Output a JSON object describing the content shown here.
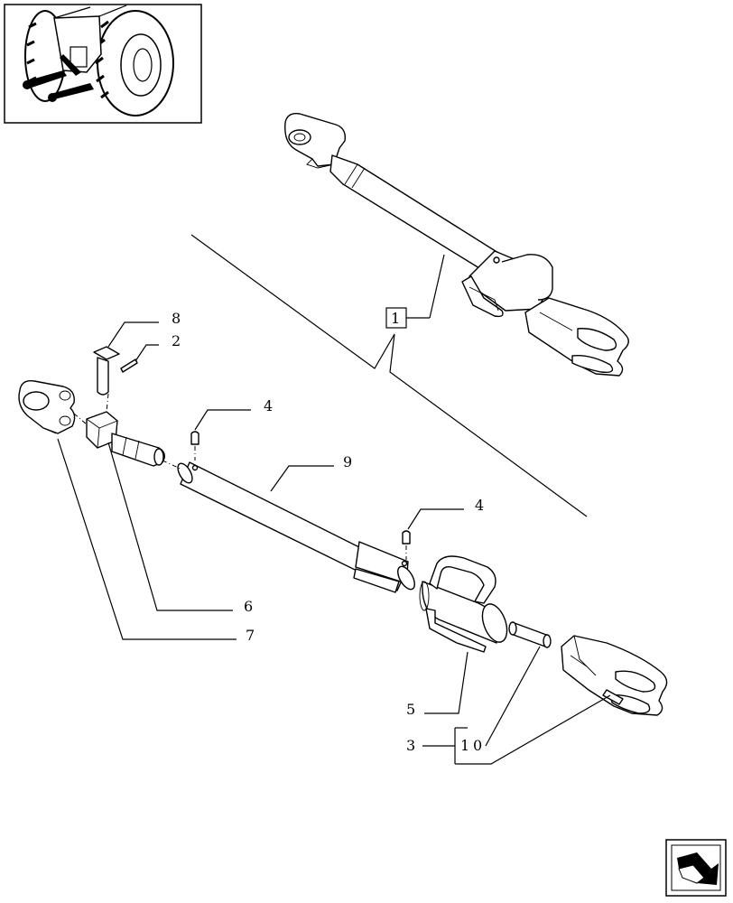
{
  "diagram": {
    "callouts": {
      "c1": "1",
      "c2": "2",
      "c3": "3",
      "c4a": "4",
      "c4b": "4",
      "c5": "5",
      "c6": "6",
      "c7": "7",
      "c8": "8",
      "c9": "9",
      "c10a": "1",
      "c10b": "0"
    }
  },
  "icons": {
    "thumbnail": "tractor-rear-hitch-thumbnail",
    "nav": "next-page-arrow-icon"
  }
}
